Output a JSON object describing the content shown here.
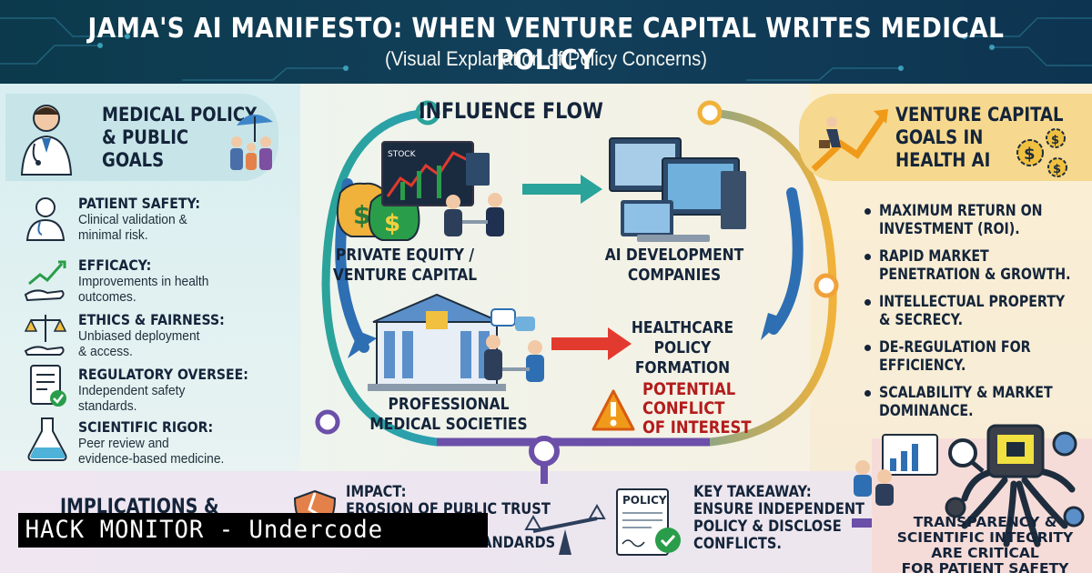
{
  "header": {
    "title": "JAMA'S AI MANIFESTO: WHEN VENTURE CAPITAL WRITES MEDICAL POLICY",
    "subtitle": "(Visual Explanation of Policy Concerns)"
  },
  "left_panel": {
    "heading": [
      "MEDICAL POLICY",
      "& PUBLIC",
      "GOALS"
    ],
    "goals": [
      {
        "title": "PATIENT SAFETY:",
        "desc": [
          "Clinical validation &",
          "minimal risk."
        ],
        "icon": "doctor-icon"
      },
      {
        "title": "EFFICACY:",
        "desc": [
          "Improvements in health",
          "outcomes."
        ],
        "icon": "growth-hand-icon"
      },
      {
        "title": "ETHICS & FAIRNESS:",
        "desc": [
          "Unbiased deployment",
          "& access."
        ],
        "icon": "scales-icon"
      },
      {
        "title": "REGULATORY OVERSEE:",
        "desc": [
          "Independent safety",
          "standards."
        ],
        "icon": "checklist-icon"
      },
      {
        "title": "SCIENTIFIC RIGOR:",
        "desc": [
          "Peer review and",
          "evidence-based medicine."
        ],
        "icon": "flask-icon"
      }
    ]
  },
  "center": {
    "influence_title": "INFLUENCE FLOW",
    "stock_label": "STOCK",
    "nodes": {
      "pe_vc": [
        "PRIVATE EQUITY /",
        "VENTURE CAPITAL"
      ],
      "ai_dev": [
        "AI DEVELOPMENT",
        "COMPANIES"
      ],
      "societies": [
        "PROFESSIONAL",
        "MEDICAL SOCIETIES"
      ],
      "policy": [
        "HEALTHCARE",
        "POLICY",
        "FORMATION"
      ]
    },
    "conflict": [
      "POTENTIAL",
      "CONFLICT",
      "OF INTEREST"
    ]
  },
  "right_panel": {
    "heading": [
      "VENTURE CAPITAL",
      "GOALS IN",
      "HEALTH AI"
    ],
    "goals": [
      [
        "MAXIMUM RETURN ON",
        "INVESTMENT (ROI)."
      ],
      [
        "RAPID MARKET",
        "PENETRATION & GROWTH."
      ],
      [
        "INTELLECTUAL PROPERTY",
        "& SECRECY."
      ],
      [
        "DE-REGULATION FOR",
        "EFFICIENCY."
      ],
      [
        "SCALABILITY & MARKET",
        "DOMINANCE."
      ]
    ]
  },
  "bottom": {
    "implications": "IMPLICATIONS &",
    "impact": [
      "IMPACT:",
      "EROSION OF PUBLIC TRUST",
      "COMPROMISED STANDARDS"
    ],
    "policy_doc_label": "POLICY",
    "takeaway": [
      "KEY TAKEAWAY:",
      "ENSURE INDEPENDENT",
      "POLICY & DISCLOSE",
      "CONFLICTS."
    ],
    "right_text": [
      "TRANSPARENCY &",
      "SCIENTIFIC INTEGRITY",
      "ARE CRITICAL",
      "FOR PATIENT SAFETY"
    ]
  },
  "watermark": "HACK MONITOR - Undercode",
  "colors": {
    "header_bg": "#0e3b50",
    "left_panel": "#c7e5e8",
    "right_panel": "#f6d98e",
    "flow_teal": "#2aa39a",
    "flow_blue": "#2e6fb3",
    "flow_orange": "#f0a23a",
    "flow_purple": "#6b4fa8",
    "conflict_red": "#b31c1c"
  }
}
